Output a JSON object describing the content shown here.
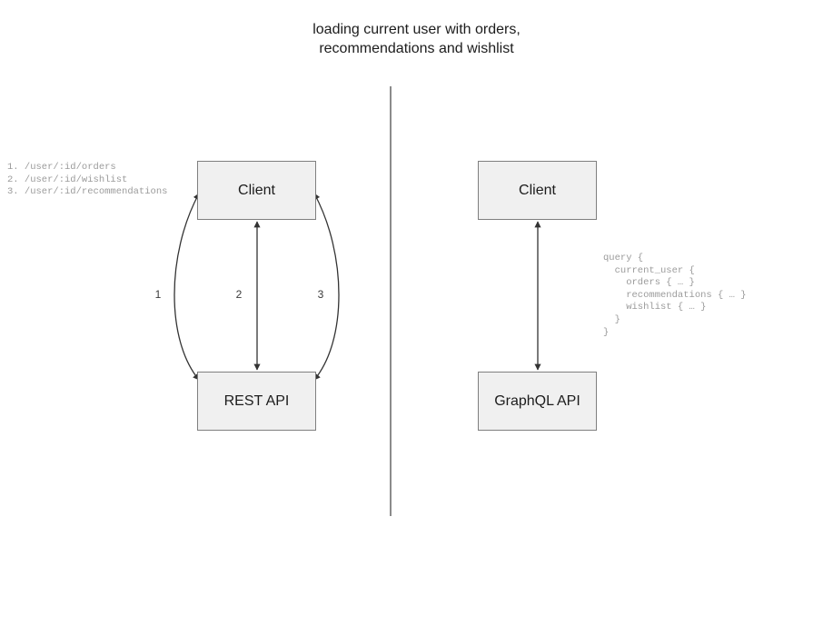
{
  "title": "loading current user with orders,\nrecommendations and wishlist",
  "rest_side": {
    "endpoint_list": "1. /user/:id/orders\n2. /user/:id/wishlist\n3. /user/:id/recommendations",
    "client_label": "Client",
    "api_label": "REST API",
    "edge_labels": [
      "1",
      "2",
      "3"
    ]
  },
  "graphql_side": {
    "client_label": "Client",
    "api_label": "GraphQL API",
    "query": "query {\n  current_user {\n    orders { … }\n    recommendations { … }\n    wishlist { … }\n  }\n}"
  },
  "colors": {
    "box_fill": "#f0f0f0",
    "box_border": "#7f7f7f",
    "edge_stroke": "#333333",
    "divider": "#6e6e6e",
    "code_text": "#9b9b9b",
    "title_text": "#1c1c1c"
  }
}
